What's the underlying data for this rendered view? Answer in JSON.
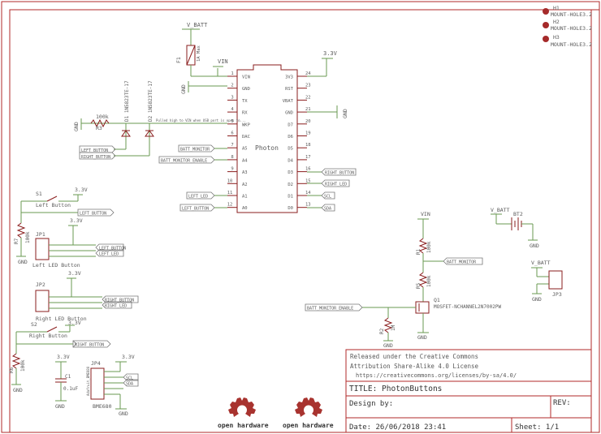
{
  "title_block": {
    "license_line1": "Released under the Creative Commons",
    "license_line2": "Attribution Share-Alike 4.0 License",
    "license_url": "https://creativecommons.org/licenses/by-sa/4.0/",
    "title": "TITLE: PhotonButtons",
    "design_by": "Design by:",
    "rev": "REV:",
    "date": "Date: 26/06/2018 23:41",
    "sheet": "Sheet: 1/1"
  },
  "logos": [
    {
      "text": "open hardware"
    },
    {
      "text": "open hardware"
    }
  ],
  "mount_holes": [
    "MOUNT-HOLE3.2",
    "MOUNT-HOLE3.2",
    "MOUNT-HOLE3.2"
  ],
  "mount_hole_refs": [
    "H1",
    "H2",
    "H3"
  ],
  "photon": {
    "name": "Photon",
    "left_pins": [
      {
        "num": "1",
        "name": "VIN"
      },
      {
        "num": "2",
        "name": "GND"
      },
      {
        "num": "3",
        "name": "TX"
      },
      {
        "num": "4",
        "name": "RX"
      },
      {
        "num": "5",
        "name": "WKP"
      },
      {
        "num": "6",
        "name": "DAC"
      },
      {
        "num": "7",
        "name": "A5"
      },
      {
        "num": "8",
        "name": "A4"
      },
      {
        "num": "9",
        "name": "A3"
      },
      {
        "num": "10",
        "name": "A2"
      },
      {
        "num": "11",
        "name": "A1"
      },
      {
        "num": "12",
        "name": "A0"
      }
    ],
    "right_pins": [
      {
        "num": "24",
        "name": "3V3"
      },
      {
        "num": "23",
        "name": "RST"
      },
      {
        "num": "22",
        "name": "VBAT"
      },
      {
        "num": "21",
        "name": "GND"
      },
      {
        "num": "20",
        "name": "D7"
      },
      {
        "num": "19",
        "name": "D6"
      },
      {
        "num": "18",
        "name": "D5"
      },
      {
        "num": "17",
        "name": "D4"
      },
      {
        "num": "16",
        "name": "D3"
      },
      {
        "num": "15",
        "name": "D2"
      },
      {
        "num": "14",
        "name": "D1"
      },
      {
        "num": "13",
        "name": "D0"
      }
    ]
  },
  "nets": {
    "vbatt": "V_BATT",
    "vin": "VIN",
    "v33": "3.3V",
    "gnd": "GND",
    "left_button": "LEFT_BUTTON",
    "right_button": "RIGHT_BUTTON",
    "left_led": "LEFT_LED",
    "right_led": "RIGHT_LED",
    "batt_monitor": "BATT_MONITOR",
    "batt_monitor_enable": "BATT_MONITOR_ENABLE",
    "scl": "SCL",
    "sda": "SDA"
  },
  "parts": {
    "f1_ref": "F1",
    "f1_val": "1A Max",
    "r3_ref": "R3",
    "r3_val": "100k",
    "d1": "D1 1N5823TE-17",
    "d2": "D2 1N5823TE-17",
    "note": "Pulled high to VIN when USB port is open to...",
    "s1_ref": "S1",
    "s1_val": "Left Button",
    "s2_ref": "S2",
    "s2_val": "Right Button",
    "r7_ref": "R7",
    "r7_val": "100k",
    "r6_ref": "R6",
    "r6_val": "100k",
    "jp1_ref": "JP1",
    "jp1_val": "Left LED Button",
    "jp2_ref": "JP2",
    "jp2_val": "Right LED Button",
    "c1_ref": "C1",
    "c1_val": "0.1uF",
    "jp4_ref": "JP4",
    "jp4_val": "BME680",
    "jp4_text": "Adafruit_BME680",
    "bt2_ref": "BT2",
    "jp3_ref": "JP3",
    "r1_ref": "R1",
    "r1_val": "100k",
    "r5_ref": "R5",
    "r5_val": "100k",
    "r2_ref": "R2",
    "r2_val": "1M",
    "q1_ref": "Q1",
    "q1_val": "MOSFET-NCHANNEL2N7002PW"
  }
}
